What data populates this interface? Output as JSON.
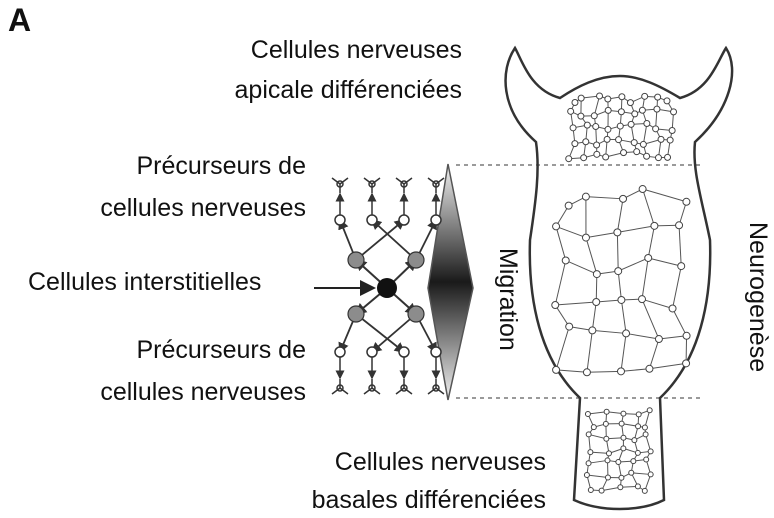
{
  "panel_label": "A",
  "labels": {
    "apical_line1": "Cellules nerveuses",
    "apical_line2": "apicale différenciées",
    "precursor_top_line1": "Précurseurs de",
    "precursor_top_line2": "cellules nerveuses",
    "interstitial": "Cellules interstitielles",
    "precursor_bottom_line1": "Précurseurs de",
    "precursor_bottom_line2": "cellules nerveuses",
    "basal_line1": "Cellules nerveuses",
    "basal_line2": "basales différenciées",
    "migration": "Migration",
    "neurogenesis": "Neurogenèse"
  },
  "colors": {
    "line": "#2a2a2a",
    "interstitial_cell": "#111111",
    "precursor_cell": "#8c8c8c",
    "dashed_guide": "#9a9a9a"
  }
}
